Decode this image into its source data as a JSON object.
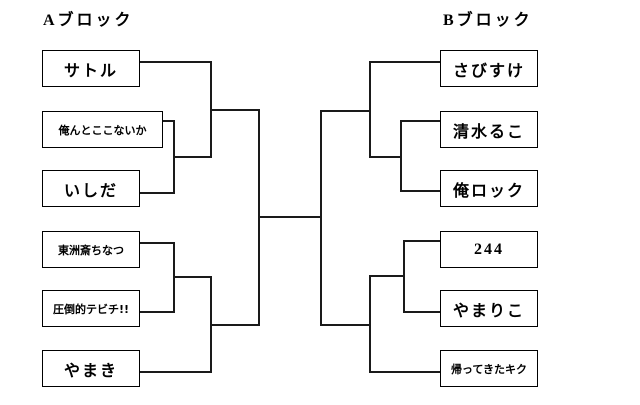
{
  "bracket": {
    "type": "single-elimination-tournament",
    "colors": {
      "background": "#ffffff",
      "line": "#1a1a1a",
      "box_border": "#000000",
      "text": "#000000"
    },
    "a_block": {
      "title": "Aブロック",
      "players": [
        {
          "name": "サトル"
        },
        {
          "name": "俺んとここないか"
        },
        {
          "name": "いしだ"
        },
        {
          "name": "東洲斎ちなつ"
        },
        {
          "name": "圧倒的テビチ!!"
        },
        {
          "name": "やまき"
        }
      ]
    },
    "b_block": {
      "title": "Bブロック",
      "players": [
        {
          "name": "さびすけ"
        },
        {
          "name": "清水るこ"
        },
        {
          "name": "俺ロック"
        },
        {
          "name": "244"
        },
        {
          "name": "やまりこ"
        },
        {
          "name": "帰ってきたキク"
        }
      ]
    }
  }
}
